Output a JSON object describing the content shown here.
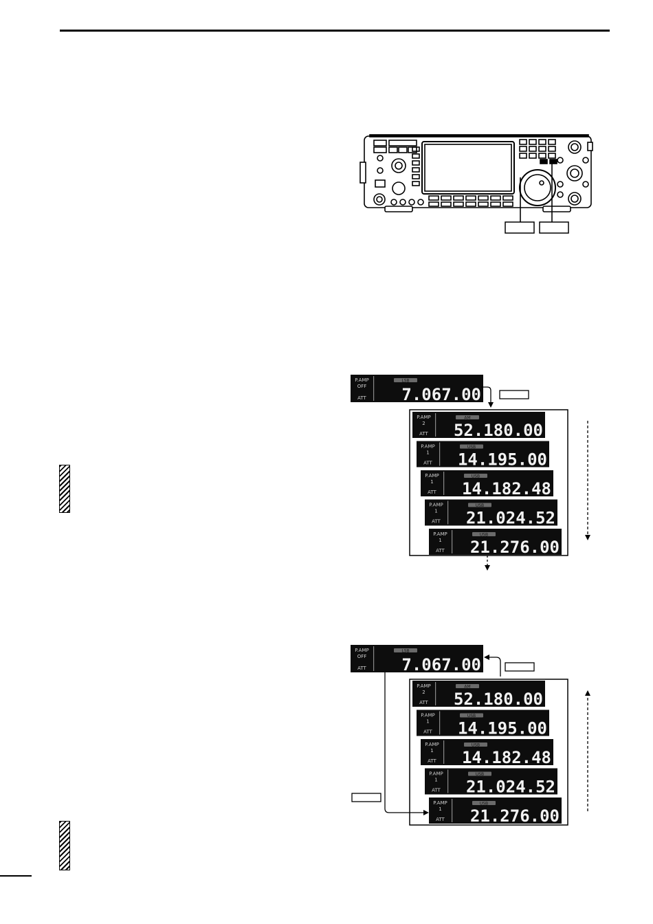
{
  "page": {
    "top_rule": true
  },
  "radio_callout": {
    "key_left": "",
    "key_right": ""
  },
  "memory_list": {
    "current": {
      "preamp_top": "P.AMP",
      "preamp_state": "OFF",
      "att": "ATT",
      "mode": "LSB",
      "freq": "7.067.00"
    },
    "entries": [
      {
        "preamp_top": "P.AMP",
        "preamp_state": "2",
        "att": "ATT",
        "mode": "AM",
        "freq": "52.180.00"
      },
      {
        "preamp_top": "P.AMP",
        "preamp_state": "1",
        "att": "ATT",
        "mode": "USB",
        "freq": "14.195.00"
      },
      {
        "preamp_top": "P.AMP",
        "preamp_state": "1",
        "att": "ATT",
        "mode": "USB",
        "freq": "14.182.48"
      },
      {
        "preamp_top": "P.AMP",
        "preamp_state": "1",
        "att": "ATT",
        "mode": "USB",
        "freq": "21.024.52"
      },
      {
        "preamp_top": "P.AMP",
        "preamp_state": "1",
        "att": "ATT",
        "mode": "USB",
        "freq": "21.276.00"
      }
    ],
    "key_label": ""
  }
}
